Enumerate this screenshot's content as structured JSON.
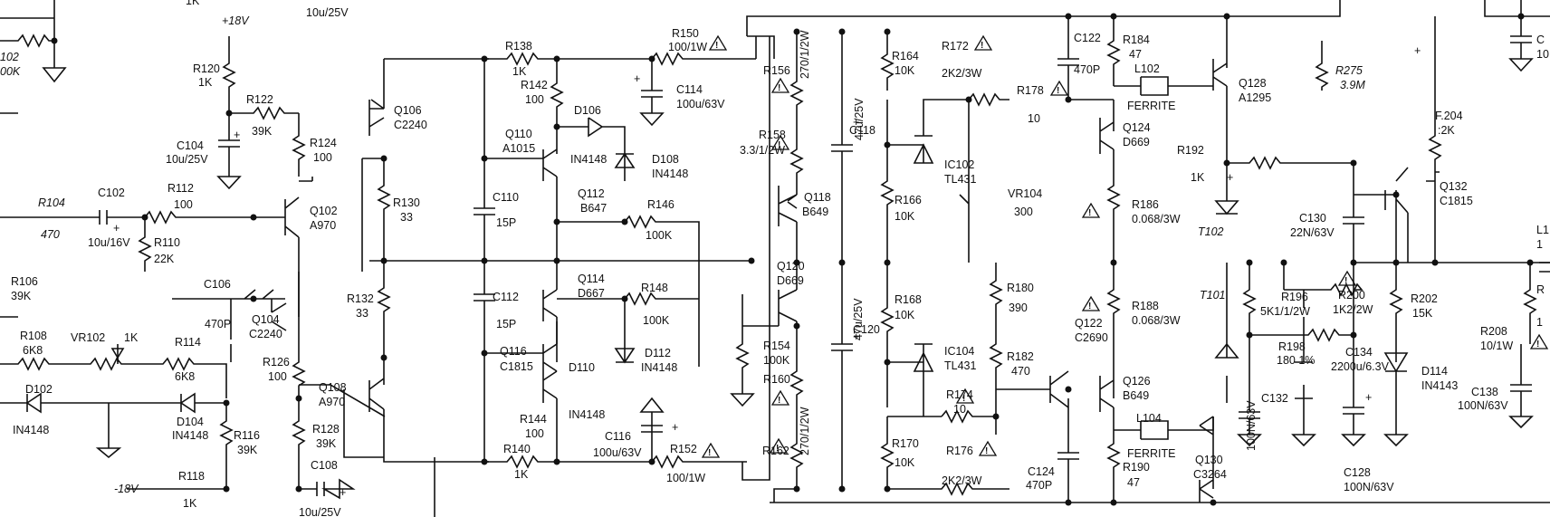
{
  "labels": [
    {
      "id": "r102",
      "t": "102",
      "c": "it"
    },
    {
      "id": "r102v",
      "t": "00K",
      "c": "it"
    },
    {
      "id": "top1k",
      "t": "1K"
    },
    {
      "id": "c10u",
      "t": "10u/25V"
    },
    {
      "id": "v18",
      "t": "+18V",
      "c": "it"
    },
    {
      "id": "r120",
      "t": "R120"
    },
    {
      "id": "r120v",
      "t": "1K"
    },
    {
      "id": "r122",
      "t": "R122"
    },
    {
      "id": "r122v",
      "t": "39K"
    },
    {
      "id": "c104",
      "t": "C104"
    },
    {
      "id": "c104v",
      "t": "10u/25V"
    },
    {
      "id": "r124",
      "t": "R124"
    },
    {
      "id": "r124v",
      "t": "100"
    },
    {
      "id": "q106",
      "t": "Q106"
    },
    {
      "id": "q106v",
      "t": "C2240"
    },
    {
      "id": "r104",
      "t": "R104",
      "c": "it"
    },
    {
      "id": "r104v",
      "t": "470",
      "c": "it"
    },
    {
      "id": "c102",
      "t": "C102"
    },
    {
      "id": "c102v",
      "t": "10u/16V"
    },
    {
      "id": "r112",
      "t": "R112"
    },
    {
      "id": "r112v",
      "t": "100"
    },
    {
      "id": "r110",
      "t": "R110"
    },
    {
      "id": "r110v",
      "t": "22K"
    },
    {
      "id": "q102",
      "t": "Q102"
    },
    {
      "id": "q102v",
      "t": "A970"
    },
    {
      "id": "r130",
      "t": "R130"
    },
    {
      "id": "r130v",
      "t": "33"
    },
    {
      "id": "r106",
      "t": "R106"
    },
    {
      "id": "r106v",
      "t": "39K"
    },
    {
      "id": "c106",
      "t": "C106"
    },
    {
      "id": "c106v",
      "t": "470P"
    },
    {
      "id": "q104",
      "t": "Q104"
    },
    {
      "id": "q104v",
      "t": "C2240"
    },
    {
      "id": "r132",
      "t": "R132"
    },
    {
      "id": "r132v",
      "t": "33"
    },
    {
      "id": "r108",
      "t": "R108"
    },
    {
      "id": "r108v",
      "t": "6K8"
    },
    {
      "id": "vr102",
      "t": "VR102"
    },
    {
      "id": "vr102v",
      "t": "1K"
    },
    {
      "id": "r114",
      "t": "R114"
    },
    {
      "id": "r114v",
      "t": "6K8"
    },
    {
      "id": "r126",
      "t": "R126"
    },
    {
      "id": "r126v",
      "t": "100"
    },
    {
      "id": "q108",
      "t": "Q108"
    },
    {
      "id": "q108v",
      "t": "A970"
    },
    {
      "id": "d102",
      "t": "D102"
    },
    {
      "id": "d102v",
      "t": "IN4148"
    },
    {
      "id": "d104",
      "t": "D104"
    },
    {
      "id": "d104v",
      "t": "IN4148"
    },
    {
      "id": "r116",
      "t": "R116"
    },
    {
      "id": "r116v",
      "t": "39K"
    },
    {
      "id": "r128",
      "t": "R128"
    },
    {
      "id": "r128v",
      "t": "39K"
    },
    {
      "id": "v18n",
      "t": "-18V",
      "c": "it"
    },
    {
      "id": "r118",
      "t": "R118"
    },
    {
      "id": "r118v",
      "t": "1K"
    },
    {
      "id": "c108",
      "t": "C108"
    },
    {
      "id": "c108v",
      "t": "10u/25V"
    },
    {
      "id": "r138",
      "t": "R138"
    },
    {
      "id": "r138v",
      "t": "1K"
    },
    {
      "id": "r142",
      "t": "R142"
    },
    {
      "id": "r142v",
      "t": "100"
    },
    {
      "id": "r150",
      "t": "R150"
    },
    {
      "id": "r150v",
      "t": "100/1W"
    },
    {
      "id": "c114",
      "t": "C114"
    },
    {
      "id": "c114v",
      "t": "100u/63V"
    },
    {
      "id": "q110",
      "t": "Q110"
    },
    {
      "id": "q110v",
      "t": "A1015"
    },
    {
      "id": "d106",
      "t": "D106"
    },
    {
      "id": "d106v",
      "t": "IN4148"
    },
    {
      "id": "d108",
      "t": "D108"
    },
    {
      "id": "d108v",
      "t": "IN4148"
    },
    {
      "id": "c110",
      "t": "C110"
    },
    {
      "id": "c110v",
      "t": "15P"
    },
    {
      "id": "q112",
      "t": "Q112"
    },
    {
      "id": "q112v",
      "t": "B647"
    },
    {
      "id": "r146",
      "t": "R146"
    },
    {
      "id": "r146v",
      "t": "100K"
    },
    {
      "id": "q114",
      "t": "Q114"
    },
    {
      "id": "q114v",
      "t": "D667"
    },
    {
      "id": "r148",
      "t": "R148"
    },
    {
      "id": "r148v",
      "t": "100K"
    },
    {
      "id": "c112",
      "t": "C112"
    },
    {
      "id": "c112v",
      "t": "15P"
    },
    {
      "id": "q116",
      "t": "Q116"
    },
    {
      "id": "q116v",
      "t": "C1815"
    },
    {
      "id": "d110",
      "t": "D110"
    },
    {
      "id": "d110v",
      "t": "IN4148"
    },
    {
      "id": "d112",
      "t": "D112"
    },
    {
      "id": "d112v",
      "t": "IN4148"
    },
    {
      "id": "r144",
      "t": "R144"
    },
    {
      "id": "r144v",
      "t": "100"
    },
    {
      "id": "r140",
      "t": "R140"
    },
    {
      "id": "r140v",
      "t": "1K"
    },
    {
      "id": "c116",
      "t": "C116"
    },
    {
      "id": "c116v",
      "t": "100u/63V"
    },
    {
      "id": "r152",
      "t": "R152"
    },
    {
      "id": "r152v",
      "t": "100/1W"
    },
    {
      "id": "r156",
      "t": "R156"
    },
    {
      "id": "r156v",
      "t": "270/1/2W"
    },
    {
      "id": "r164",
      "t": "R164"
    },
    {
      "id": "r164v",
      "t": "10K"
    },
    {
      "id": "r172",
      "t": "R172"
    },
    {
      "id": "r172v",
      "t": "2K2/3W"
    },
    {
      "id": "c122",
      "t": "C122"
    },
    {
      "id": "c122v",
      "t": "470P"
    },
    {
      "id": "r184",
      "t": "R184"
    },
    {
      "id": "r184v",
      "t": "47"
    },
    {
      "id": "l102",
      "t": "L102"
    },
    {
      "id": "ferrite1",
      "t": "FERRITE"
    },
    {
      "id": "q128",
      "t": "Q128"
    },
    {
      "id": "q128v",
      "t": "A1295"
    },
    {
      "id": "r275",
      "t": "R275",
      "c": "it"
    },
    {
      "id": "r275v",
      "t": "3.9M",
      "c": "it"
    },
    {
      "id": "r158",
      "t": "R158"
    },
    {
      "id": "r158v",
      "t": "3.3/1/2W"
    },
    {
      "id": "c118",
      "t": "C118"
    },
    {
      "id": "c118v",
      "t": "47u/25V"
    },
    {
      "id": "r178",
      "t": "R178"
    },
    {
      "id": "r178v",
      "t": "10"
    },
    {
      "id": "q124",
      "t": "Q124"
    },
    {
      "id": "q124v",
      "t": "D669"
    },
    {
      "id": "ic102",
      "t": "IC102"
    },
    {
      "id": "ic102v",
      "t": "TL431"
    },
    {
      "id": "r192",
      "t": "R192"
    },
    {
      "id": "r192v",
      "t": "1K"
    },
    {
      "id": "q118",
      "t": "Q118"
    },
    {
      "id": "q118v",
      "t": "B649"
    },
    {
      "id": "vr104",
      "t": "VR104"
    },
    {
      "id": "vr104v",
      "t": "300"
    },
    {
      "id": "r186",
      "t": "R186"
    },
    {
      "id": "r186v",
      "t": "0.068/3W"
    },
    {
      "id": "r166",
      "t": "R166"
    },
    {
      "id": "r166v",
      "t": "10K"
    },
    {
      "id": "t102",
      "t": "T102",
      "c": "it"
    },
    {
      "id": "c130",
      "t": "C130"
    },
    {
      "id": "c130v",
      "t": "22N/63V"
    },
    {
      "id": "r204",
      "t": "F.204"
    },
    {
      "id": "r204v",
      "t": ":2K"
    },
    {
      "id": "q132",
      "t": "Q132"
    },
    {
      "id": "q132v",
      "t": "C1815"
    },
    {
      "id": "q120",
      "t": "Q120"
    },
    {
      "id": "q120v",
      "t": "D669"
    },
    {
      "id": "r180",
      "t": "R180"
    },
    {
      "id": "r180v",
      "t": "390"
    },
    {
      "id": "r188",
      "t": "R188"
    },
    {
      "id": "r188v",
      "t": "0.068/3W"
    },
    {
      "id": "t101",
      "t": "T101",
      "c": "it"
    },
    {
      "id": "r196",
      "t": "R196"
    },
    {
      "id": "r196v",
      "t": "5K1/1/2W"
    },
    {
      "id": "r200",
      "t": "R200"
    },
    {
      "id": "r200v",
      "t": "1K2/2W"
    },
    {
      "id": "r202",
      "t": "R202"
    },
    {
      "id": "r202v",
      "t": "15K"
    },
    {
      "id": "r168",
      "t": "R168"
    },
    {
      "id": "r168v",
      "t": "10K"
    },
    {
      "id": "q122",
      "t": "Q122"
    },
    {
      "id": "q122v",
      "t": "C2690"
    },
    {
      "id": "c120",
      "t": "C120"
    },
    {
      "id": "c120v",
      "t": "47u/25V"
    },
    {
      "id": "ic104",
      "t": "IC104"
    },
    {
      "id": "ic104v",
      "t": "TL431"
    },
    {
      "id": "r182",
      "t": "R182"
    },
    {
      "id": "r182v",
      "t": "470"
    },
    {
      "id": "r198",
      "t": "R198"
    },
    {
      "id": "r198v",
      "t": "180 1%"
    },
    {
      "id": "c134",
      "t": "C134"
    },
    {
      "id": "c134v",
      "t": "2200u/6.3V"
    },
    {
      "id": "r208",
      "t": "R208"
    },
    {
      "id": "r208v",
      "t": "10/1W"
    },
    {
      "id": "r154",
      "t": "R154"
    },
    {
      "id": "r154v",
      "t": "100K"
    },
    {
      "id": "r160",
      "t": "R160"
    },
    {
      "id": "r174",
      "t": "R174"
    },
    {
      "id": "r174v",
      "t": "10"
    },
    {
      "id": "q126",
      "t": "Q126"
    },
    {
      "id": "q126v",
      "t": "B649"
    },
    {
      "id": "d114",
      "t": "D114"
    },
    {
      "id": "d114v",
      "t": "IN4143"
    },
    {
      "id": "c138",
      "t": "C138"
    },
    {
      "id": "c138v",
      "t": "100N/63V"
    },
    {
      "id": "c132",
      "t": "C132"
    },
    {
      "id": "c132v",
      "t": "100N/63V"
    },
    {
      "id": "l104",
      "t": "L104"
    },
    {
      "id": "ferrite2",
      "t": "FERRITE"
    },
    {
      "id": "r162",
      "t": "R162"
    },
    {
      "id": "r162v",
      "t": "270/1/2W"
    },
    {
      "id": "r170",
      "t": "R170"
    },
    {
      "id": "r170v",
      "t": "10K"
    },
    {
      "id": "r176",
      "t": "R176"
    },
    {
      "id": "r176v",
      "t": "2K2/3W"
    },
    {
      "id": "c124",
      "t": "C124"
    },
    {
      "id": "c124v",
      "t": "470P"
    },
    {
      "id": "r190",
      "t": "R190"
    },
    {
      "id": "r190v",
      "t": "47"
    },
    {
      "id": "q130",
      "t": "Q130"
    },
    {
      "id": "q130v",
      "t": "C3264"
    },
    {
      "id": "c128",
      "t": "C128"
    },
    {
      "id": "c128v",
      "t": "100N/63V"
    },
    {
      "id": "eC",
      "t": "C"
    },
    {
      "id": "e10",
      "t": "10"
    },
    {
      "id": "eL",
      "t": "L1"
    },
    {
      "id": "e1",
      "t": "1"
    },
    {
      "id": "eR",
      "t": "R"
    },
    {
      "id": "e1b",
      "t": "1"
    },
    {
      "id": "plus1",
      "t": "+"
    },
    {
      "id": "plus2",
      "t": "+"
    },
    {
      "id": "plus3",
      "t": "+"
    },
    {
      "id": "plus4",
      "t": "+"
    },
    {
      "id": "plus5",
      "t": "+"
    },
    {
      "id": "plus6",
      "t": "+"
    },
    {
      "id": "plus7",
      "t": "+"
    },
    {
      "id": "plus8",
      "t": "+"
    },
    {
      "id": "plus9",
      "t": "+"
    },
    {
      "id": "plus10",
      "t": "+"
    }
  ]
}
